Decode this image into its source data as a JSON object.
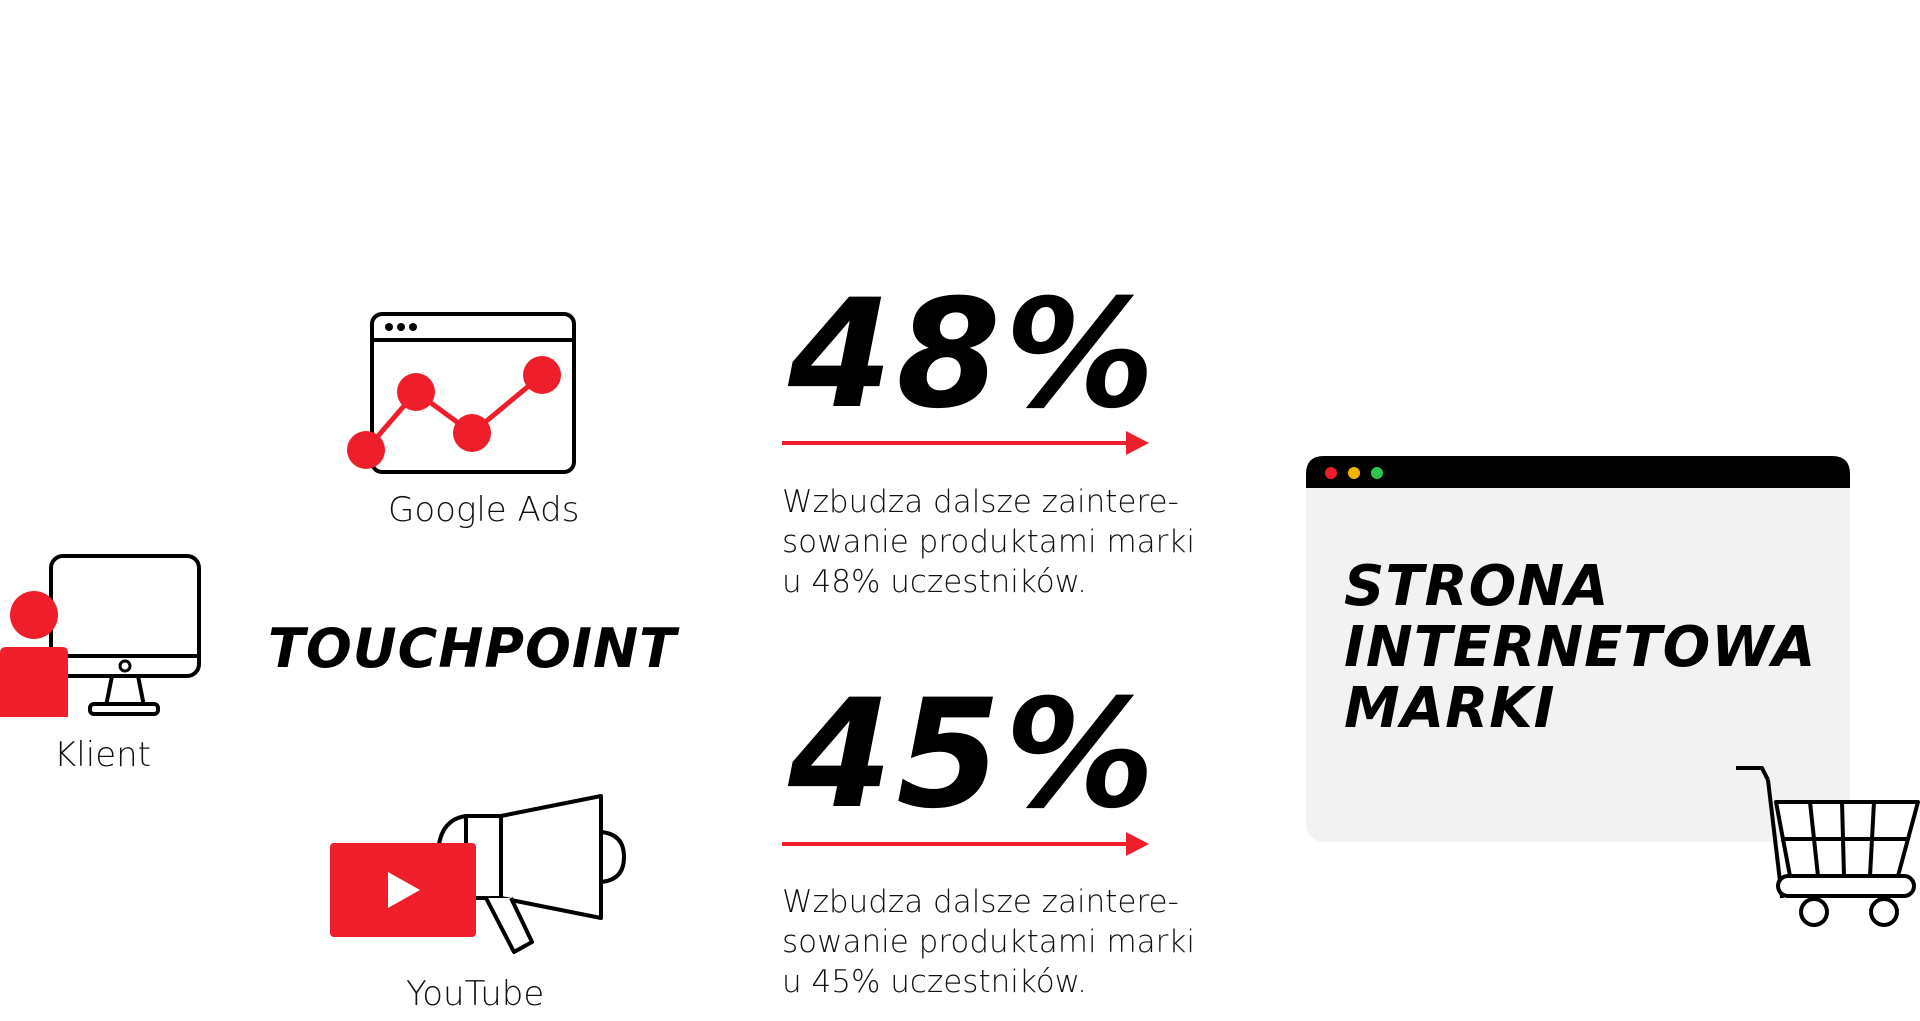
{
  "colors": {
    "accent": "#ee1f2b",
    "text": "#000000",
    "panel": "#f2f2f2",
    "dot_red": "#ee1f2b",
    "dot_yellow": "#f4b400",
    "dot_green": "#2fc44e"
  },
  "diagram": {
    "client": {
      "label": "Klient",
      "icon": "user-at-computer-icon"
    },
    "touchpoint": {
      "label": "TOUCHPOINT"
    },
    "channels": [
      {
        "label": "Google Ads",
        "icon": "browser-chart-icon"
      },
      {
        "label": "YouTube",
        "icon": "youtube-megaphone-icon"
      }
    ],
    "stats": [
      {
        "value": "48%",
        "arrow_icon": "arrow-right-icon",
        "lines": [
          "Wzbudza dalsze zaintere-",
          "sowanie produktami marki",
          "u 48% uczestników."
        ]
      },
      {
        "value": "45%",
        "arrow_icon": "arrow-right-icon",
        "lines": [
          "Wzbudza dalsze zaintere-",
          "sowanie produktami marki",
          "u 45% uczestników."
        ]
      }
    ],
    "destination": {
      "title_lines": [
        "STRONA",
        "INTERNETOWA",
        "MARKI"
      ],
      "icon": "shopping-cart-icon",
      "window_icon": "browser-window-icon"
    }
  }
}
